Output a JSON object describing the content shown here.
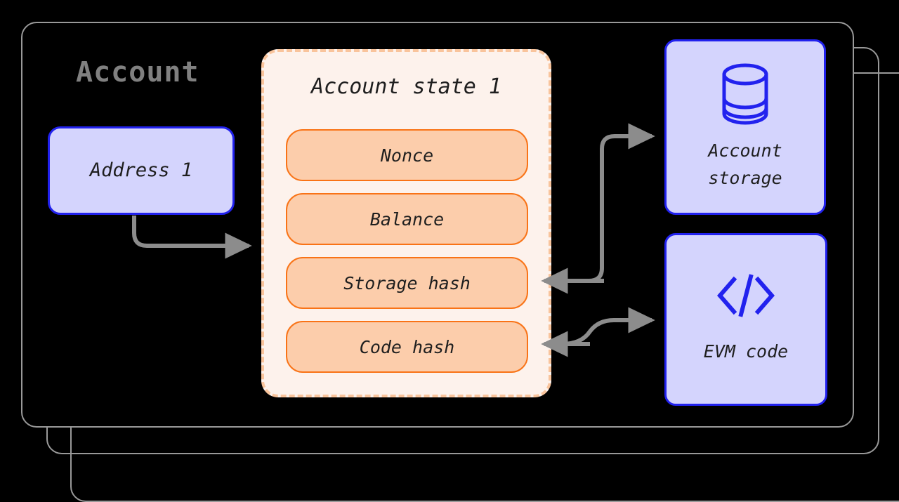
{
  "diagram": {
    "title": "Account",
    "outer_containers": 3,
    "accent_colors": {
      "blue_fill": "#d4d4fd",
      "blue_stroke": "#2222ee",
      "orange_fill": "#fccdab",
      "orange_stroke": "#f97316",
      "panel_fill": "#fdf2ec",
      "panel_stroke": "#f9c49c",
      "arrow": "#8c8c8c",
      "title_gray": "#808080"
    }
  },
  "address": {
    "label": "Address 1"
  },
  "state_panel": {
    "title": "Account state 1",
    "fields": [
      {
        "label": "Nonce"
      },
      {
        "label": "Balance"
      },
      {
        "label": "Storage hash"
      },
      {
        "label": "Code hash"
      }
    ]
  },
  "storage_node": {
    "label": "Account\nstorage",
    "line1": "Account",
    "line2": "storage",
    "icon": "database-icon"
  },
  "code_node": {
    "label": "EVM code",
    "icon": "code-brackets-icon"
  },
  "connections": [
    {
      "from": "Address 1",
      "to": "Account state 1",
      "direction": "right"
    },
    {
      "from": "Storage hash",
      "to": "Account storage",
      "direction": "right"
    },
    {
      "from": "Account storage",
      "to": "Storage hash",
      "direction": "left"
    },
    {
      "from": "Code hash",
      "to": "EVM code",
      "direction": "right"
    },
    {
      "from": "EVM code",
      "to": "Code hash",
      "direction": "left"
    }
  ]
}
